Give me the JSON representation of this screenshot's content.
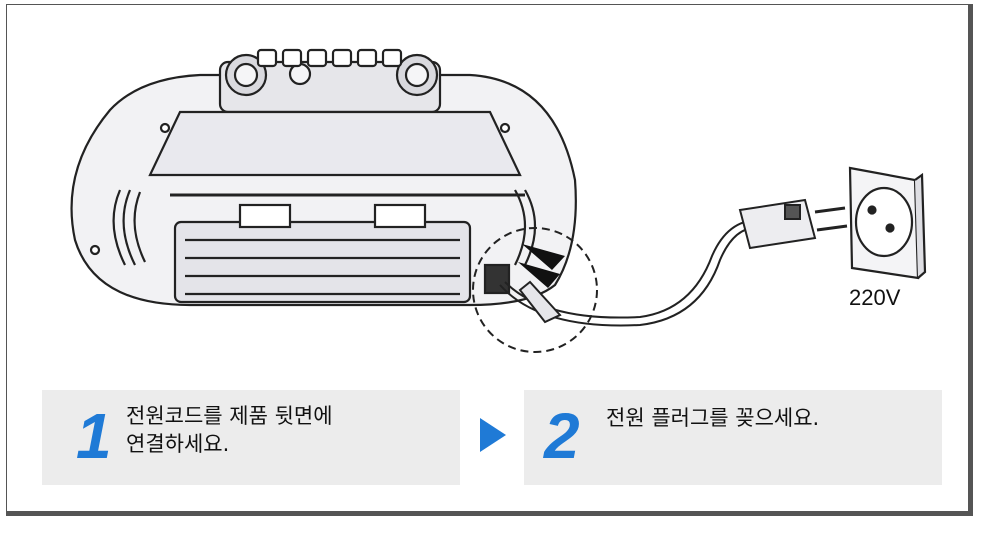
{
  "voltage_label": "220V",
  "steps": [
    {
      "number": "1",
      "line1": "전원코드를 제품 뒷면에",
      "line2": "연결하세요."
    },
    {
      "number": "2",
      "line1": "전원 플러그를 꽂으세요.",
      "line2": ""
    }
  ],
  "colors": {
    "accent": "#1f7ad6",
    "step_bg": "#ececec",
    "frame": "#555555"
  }
}
